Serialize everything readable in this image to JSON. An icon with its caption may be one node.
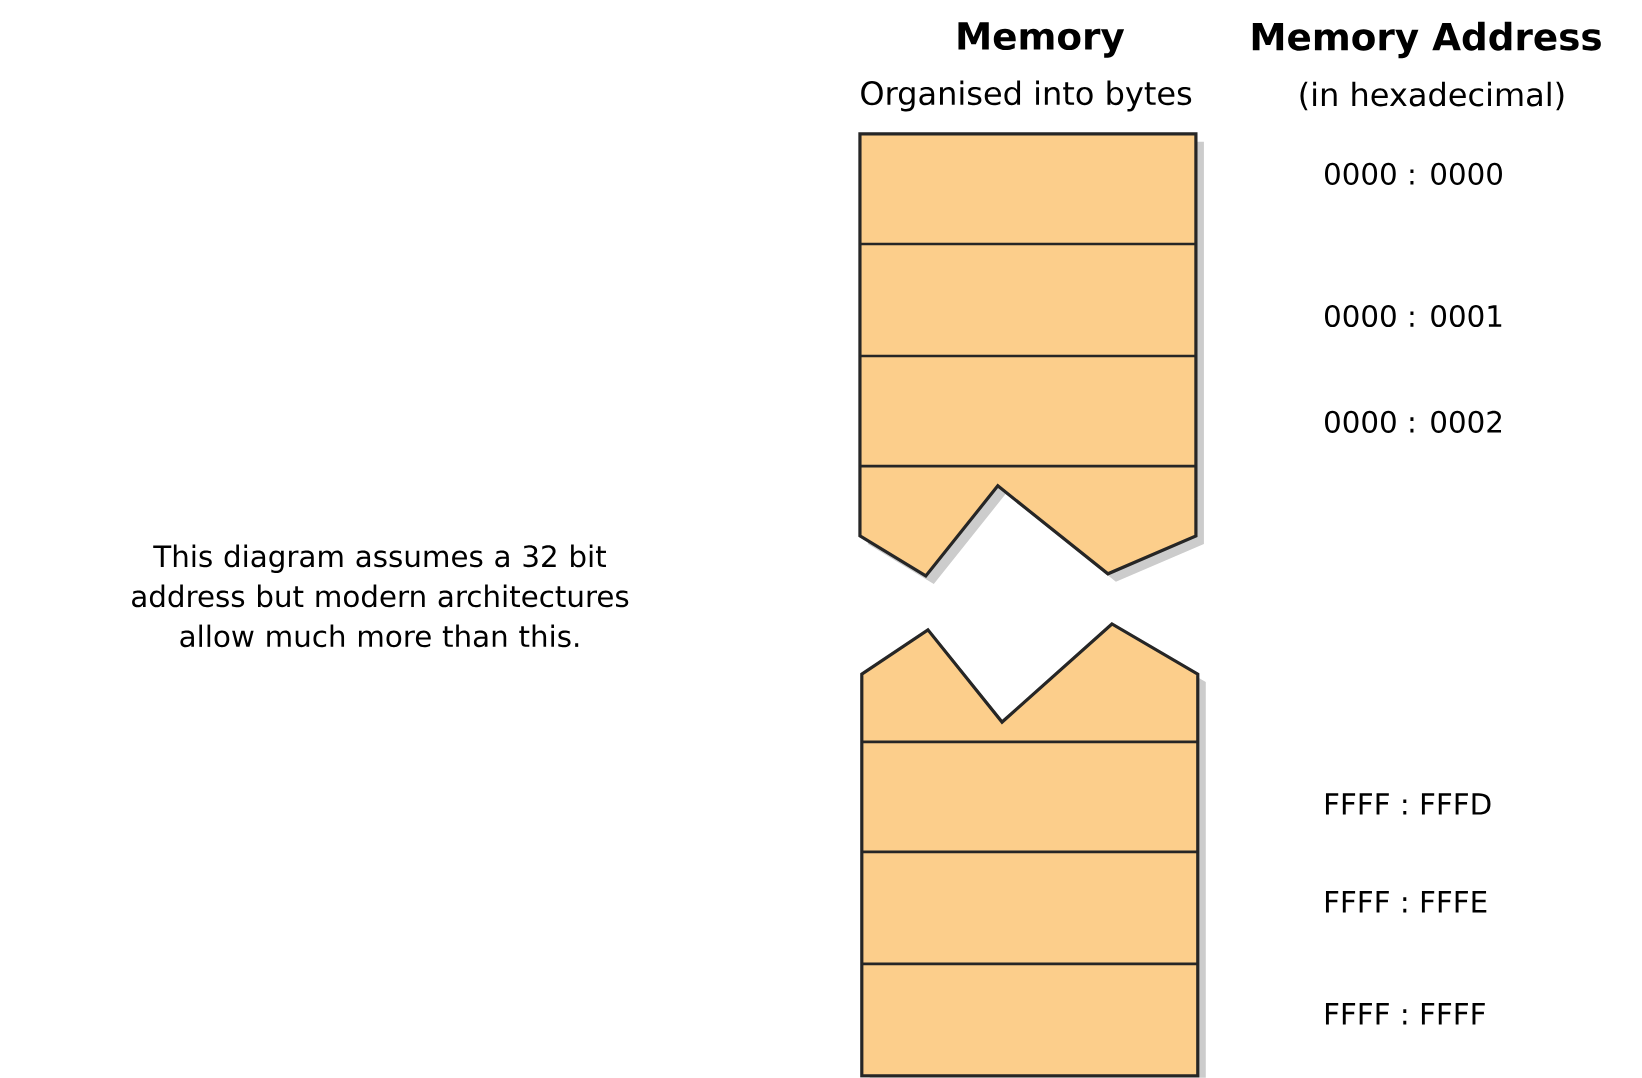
{
  "diagram": {
    "labels": [
      "Memory",
      "Memory Address",
      "Organised into bytes",
      "(in hexadecimal)",
      "0000 : 0000",
      "0000 : 0001",
      "0000 : 0002",
      "This diagram assumes a 32 bit address but modern architectures allow much more than this.",
      "FFFF : FFFD",
      "FFFF : FFFE",
      "FFFF : FFFF"
    ]
  }
}
